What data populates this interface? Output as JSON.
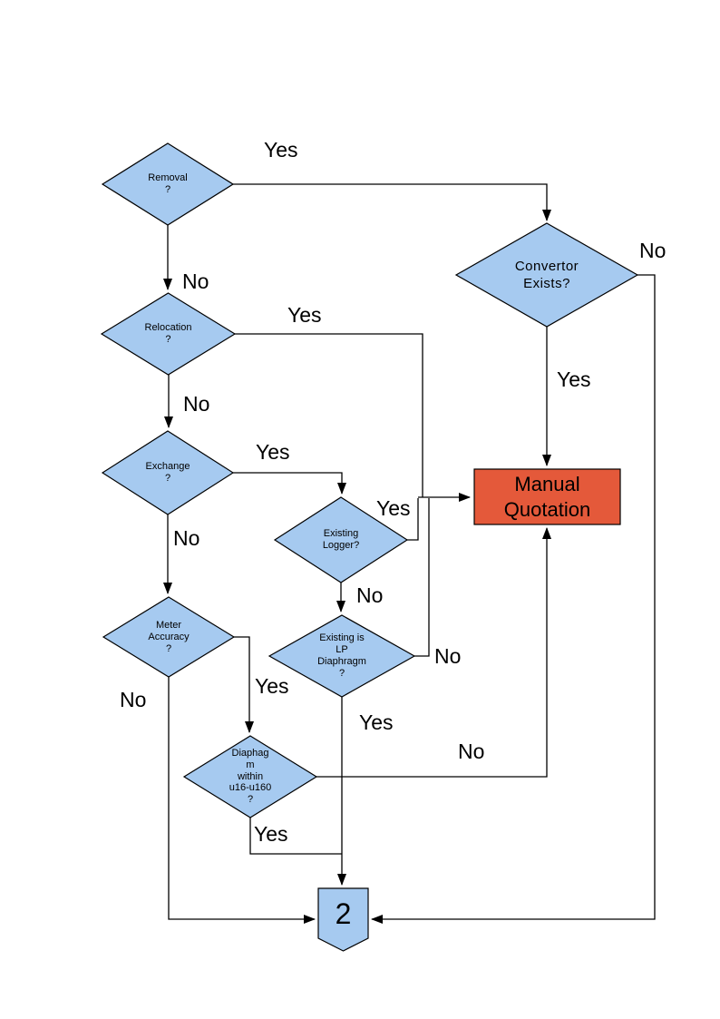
{
  "colors": {
    "page_bg": "#FFFFFF",
    "decision_fill": "#A6CAF0",
    "process_fill": "#E4593A",
    "connector_fill": "#A6CAF0",
    "shape_border": "#000000",
    "line": "#000000",
    "text": "#000000"
  },
  "nodes": {
    "removal": {
      "type": "decision",
      "label": "Removal\n?"
    },
    "relocation": {
      "type": "decision",
      "label": "Relocation\n?"
    },
    "exchange": {
      "type": "decision",
      "label": "Exchange\n?"
    },
    "convertor": {
      "type": "decision",
      "label": "Convertor\nExists?"
    },
    "existing_logger": {
      "type": "decision",
      "label": "Existing\nLogger?"
    },
    "meter_accuracy": {
      "type": "decision",
      "label": "Meter\nAccuracy\n?"
    },
    "lp_diaphragm": {
      "type": "decision",
      "label": "Existing is\nLP\nDiaphragm\n?"
    },
    "diaphragm_range": {
      "type": "decision",
      "label": "Diaphag\nm\nwithin\nu16-u160\n?"
    },
    "manual_quotation": {
      "type": "process",
      "label": "Manual\nQuotation"
    },
    "offpage_connector": {
      "type": "connector",
      "label": "2"
    }
  },
  "edge_labels": {
    "removal_yes": "Yes",
    "removal_no": "No",
    "relocation_yes": "Yes",
    "relocation_no": "No",
    "exchange_yes": "Yes",
    "exchange_no": "No",
    "convertor_yes": "Yes",
    "convertor_no": "No",
    "existing_logger_yes": "Yes",
    "existing_logger_no": "No",
    "meter_accuracy_yes": "Yes",
    "meter_accuracy_no": "No",
    "lp_diaphragm_yes": "Yes",
    "lp_diaphragm_no": "No",
    "diaphragm_range_yes": "Yes",
    "diaphragm_range_no": "No"
  }
}
